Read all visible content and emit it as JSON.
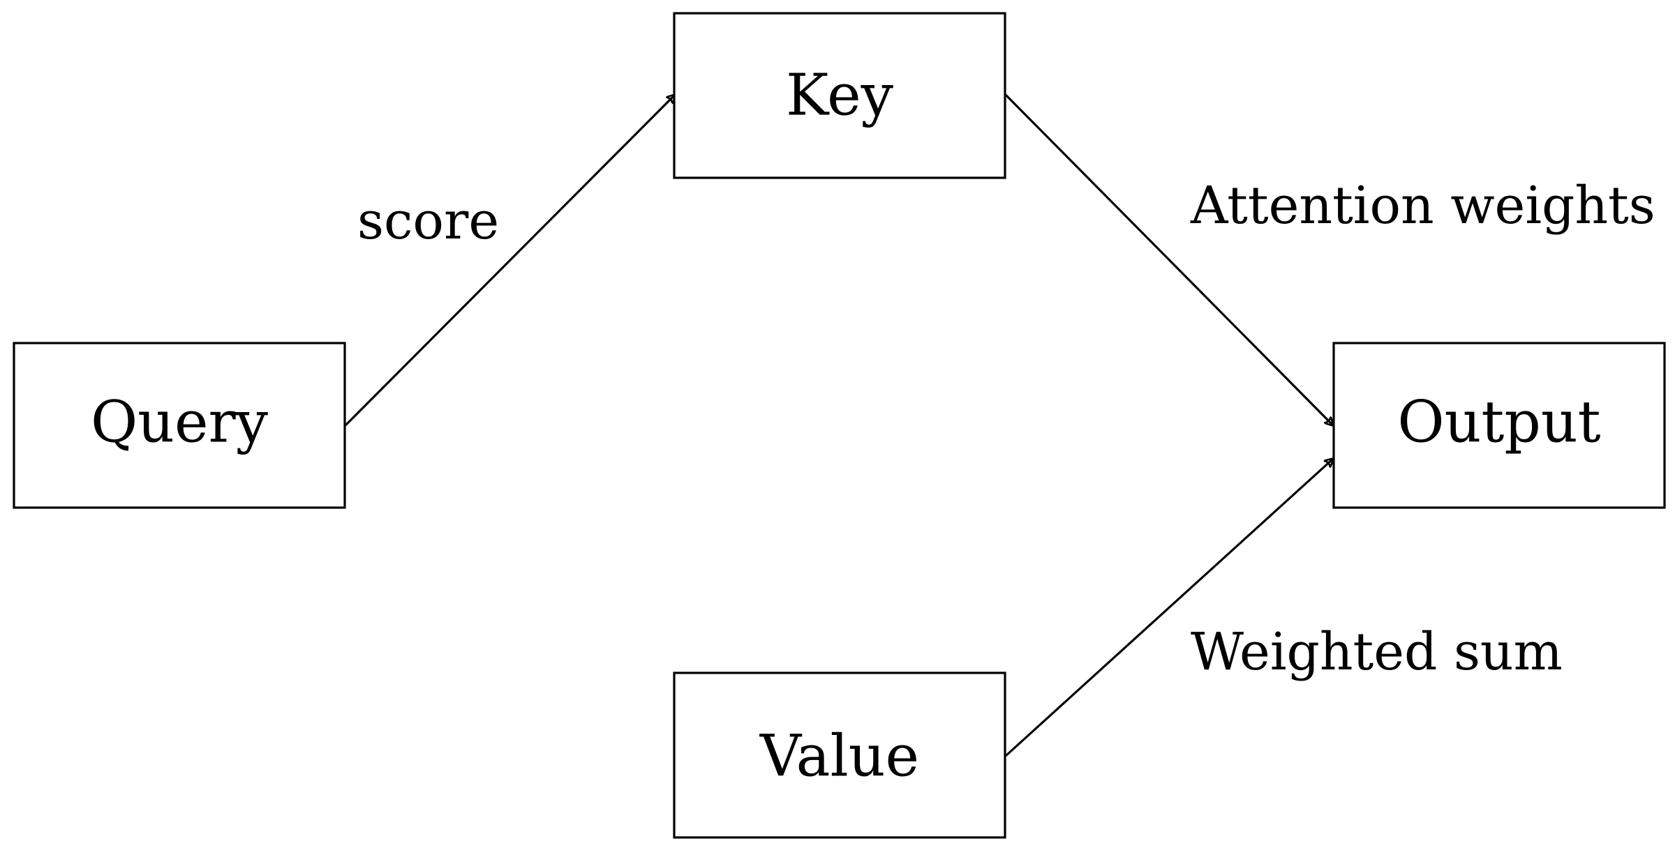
{
  "diagram": {
    "nodes": {
      "key": "Key",
      "query": "Query",
      "output": "Output",
      "value": "Value"
    },
    "edges": {
      "query_to_key": "score",
      "key_to_output": "Attention weights",
      "value_to_output": "Weighted sum"
    },
    "colors": {
      "stroke": "#000000",
      "background": "#ffffff"
    }
  }
}
